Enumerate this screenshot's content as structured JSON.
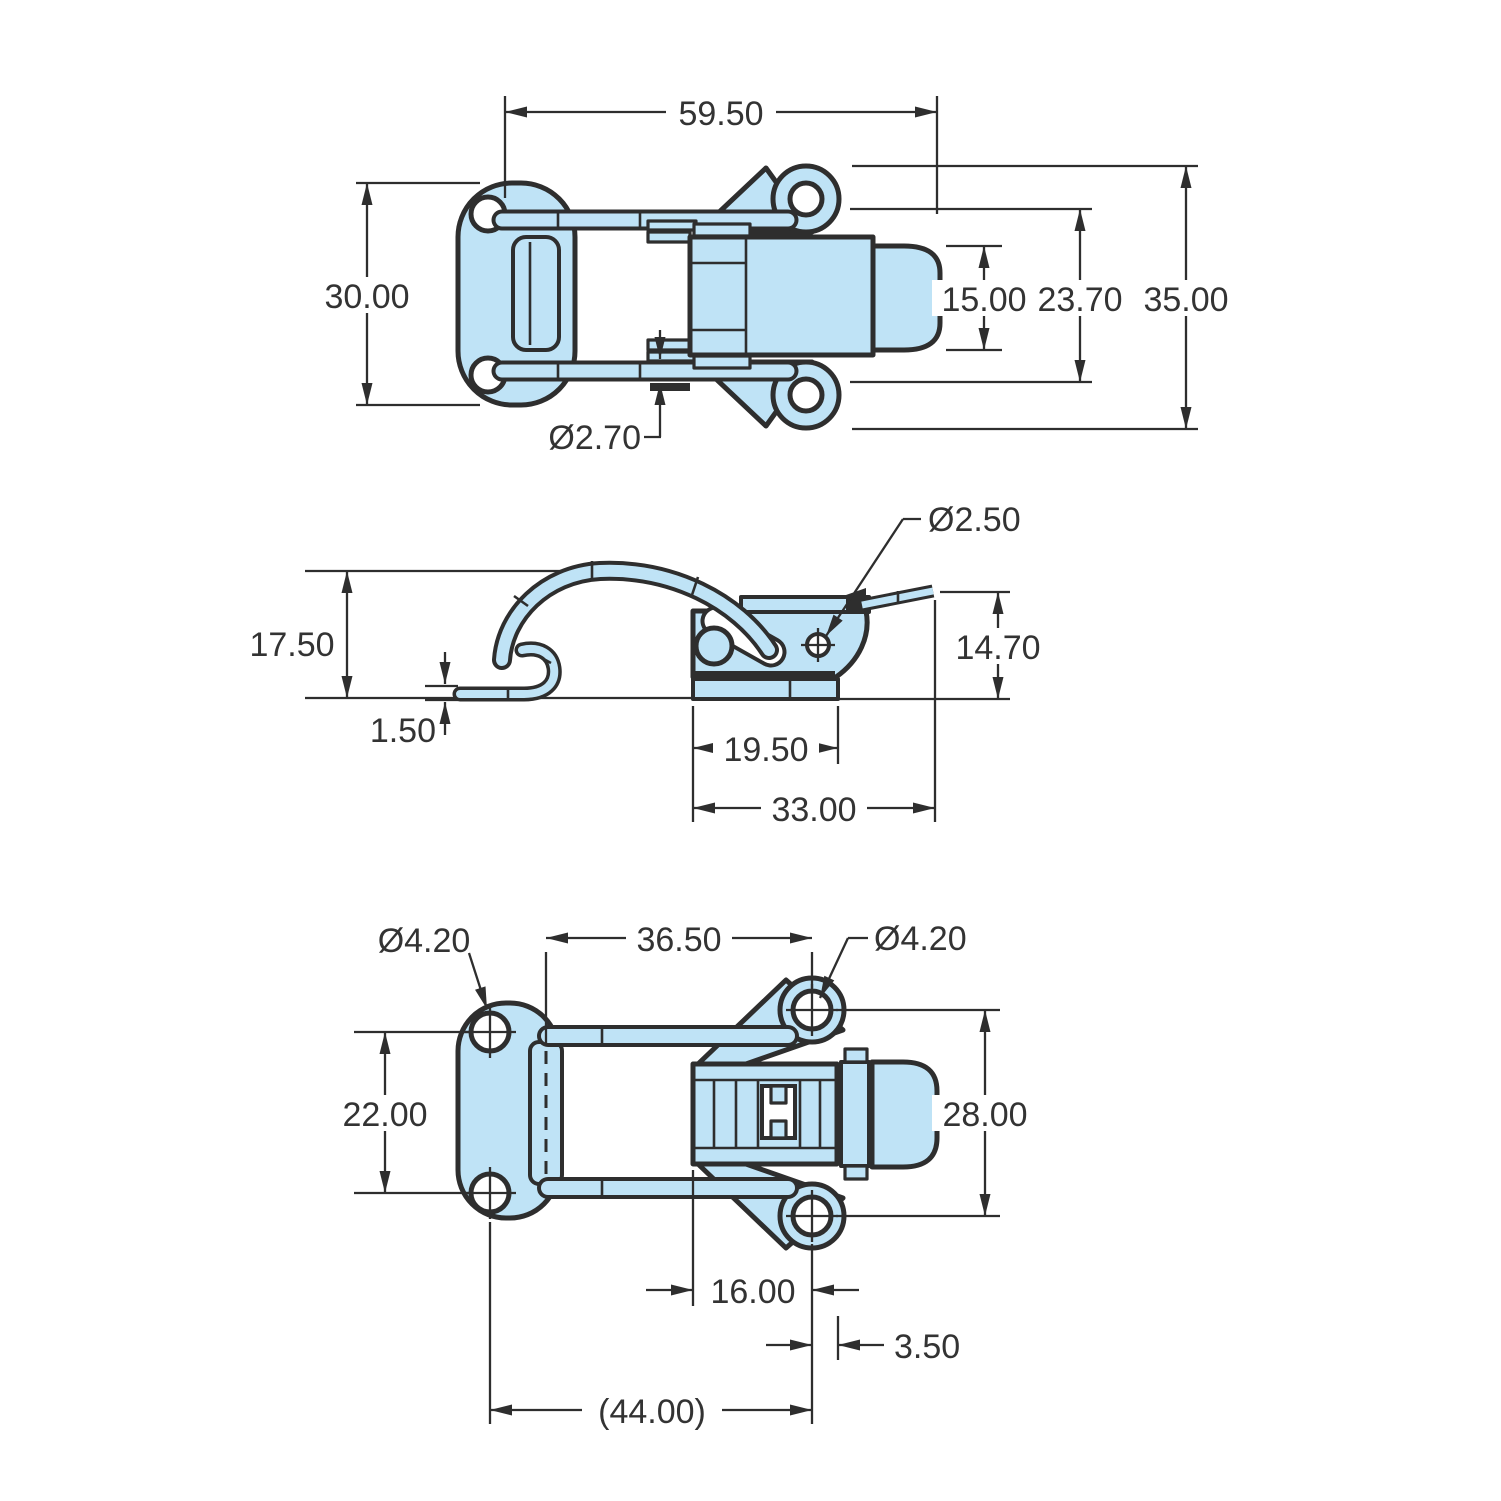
{
  "palette": {
    "part_fill": "#bfe3f6",
    "outline": "#2e2e2e",
    "dimension_text": "#333333",
    "background": "#ffffff"
  },
  "views": {
    "top": {
      "dims": {
        "overall_width": "59.50",
        "plate_height": "30.00",
        "body_height": "15.00",
        "loop_height": "23.70",
        "bracket_height": "35.00",
        "wire_diameter": "Ø2.70"
      }
    },
    "side": {
      "dims": {
        "overall_height": "17.50",
        "tip_thickness": "1.50",
        "hole_diameter": "Ø2.50",
        "base_height": "14.70",
        "base_width": "19.50",
        "overall_width": "33.00"
      }
    },
    "bottom": {
      "dims": {
        "left_hole_diameter": "Ø4.20",
        "hole_span": "36.50",
        "right_hole_diameter": "Ø4.20",
        "left_hole_pitch": "22.00",
        "right_hole_pitch": "28.00",
        "body_offset": "16.00",
        "edge_offset": "3.50",
        "reference_width": "(44.00)"
      }
    }
  }
}
